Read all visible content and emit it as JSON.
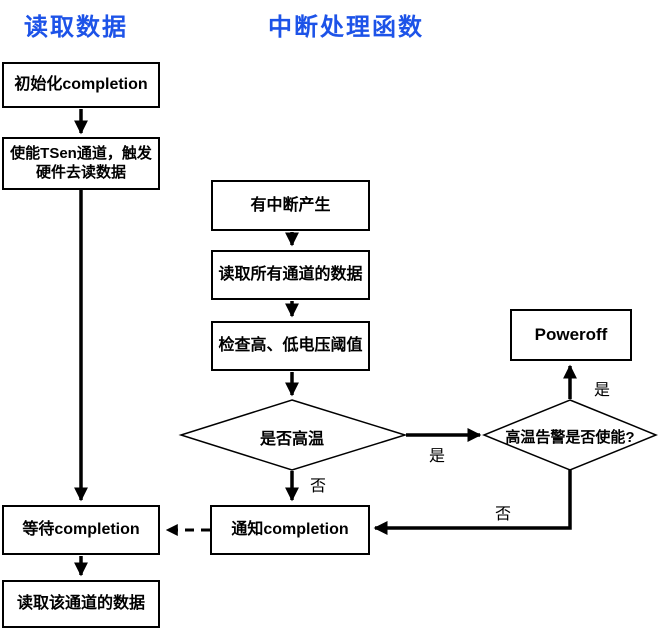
{
  "colors": {
    "accent_blue": "#1d53e8",
    "line_black": "#000000",
    "background": "#ffffff"
  },
  "sections": {
    "read_data": {
      "title": "读取数据"
    },
    "interrupt_handler": {
      "title": "中断处理函数"
    }
  },
  "nodes": {
    "init_completion": "初始化completion",
    "enable_tsen_line1": "使能TSen通道，触发",
    "enable_tsen_line2": "硬件去读数据",
    "wait_completion": "等待completion",
    "read_channel_data": "读取该通道的数据",
    "interrupt_occurs": "有中断产生",
    "read_all_channels": "读取所有通道的数据",
    "check_thresholds": "检查高、低电压阈值",
    "is_high_temp": "是否高温",
    "notify_completion": "通知completion",
    "alarm_enabled": "高温告警是否使能?",
    "poweroff": "Poweroff"
  },
  "edge_labels": {
    "high_temp_yes": "是",
    "high_temp_no": "否",
    "alarm_yes": "是",
    "alarm_no": "否"
  }
}
